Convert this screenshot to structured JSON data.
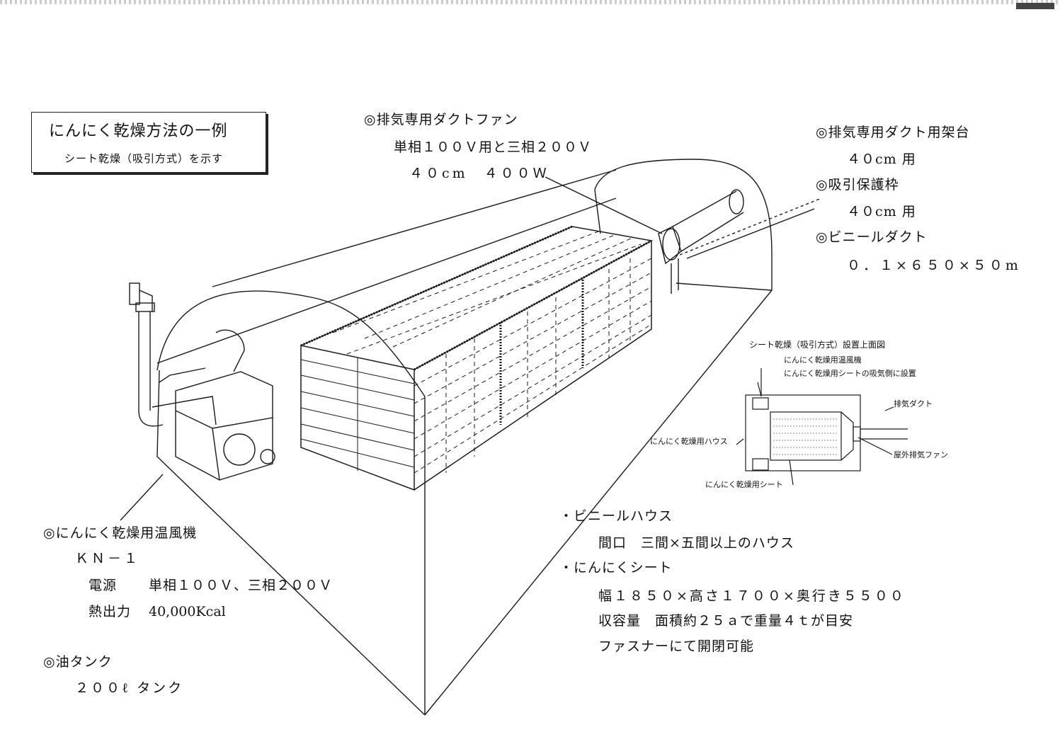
{
  "title_box": {
    "title": "にんにく乾燥方法の一例",
    "subtitle": "シート乾燥（吸引方式）を示す"
  },
  "duct_fan": {
    "heading": "◎排気専用ダクトファン",
    "line1": "単相１００Ｖ用と三相２００Ｖ",
    "line2": "４０cm　４００Ｗ"
  },
  "right_labels": {
    "stand": "◎排気専用ダクト用架台",
    "stand_size": "４０cm 用",
    "guard": "◎吸引保護枠",
    "guard_size": "４０cm 用",
    "vinyl_duct": "◎ビニールダクト",
    "vinyl_duct_size": "０．１×６５０×５０m"
  },
  "heater": {
    "heading": "◎にんにく乾燥用温風機",
    "model": "ＫＮ－１",
    "power_label": "電源",
    "power_value": "単相１００Ｖ、三相２００Ｖ",
    "heat_label": "熱出力",
    "heat_value": "40,000Kcal"
  },
  "oil_tank": {
    "heading": "◎油タンク",
    "value": "２００ℓ タンク"
  },
  "vinyl_house": {
    "heading": "・ビニールハウス",
    "value": "間口　三間×五間以上のハウス"
  },
  "garlic_sheet": {
    "heading": "・にんにくシート",
    "size": "幅１８５０×高さ１７００×奥行き５５００",
    "capacity": "収容量　面積約２５ａで重量４ｔが目安",
    "zipper": "ファスナーにて開閉可能"
  },
  "plan_view": {
    "title": "シート乾燥（吸引方式）設置上面図",
    "heater_label": "にんにく乾燥用温風機",
    "install_label": "にんにく乾燥用シートの吸気側に設置",
    "house_label": "にんにく乾燥用ハウス",
    "sheet_label": "にんにく乾燥用シート",
    "exhaust_duct_label": "排気ダクト",
    "outdoor_fan_label": "屋外排気ファン"
  }
}
